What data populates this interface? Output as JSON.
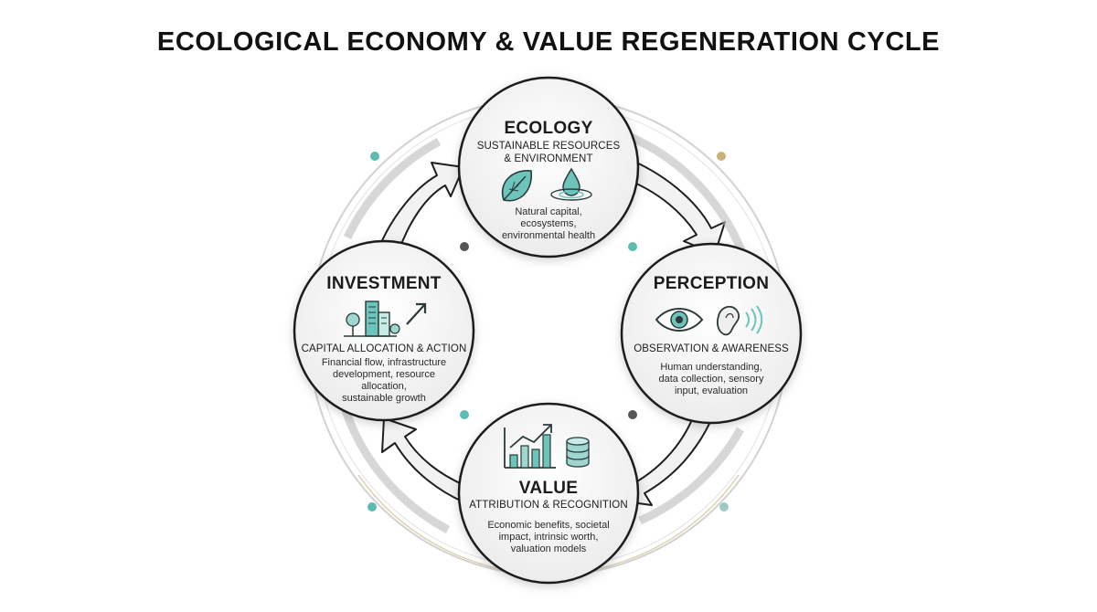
{
  "title": "ECOLOGICAL ECONOMY & VALUE REGENERATION CYCLE",
  "colors": {
    "accent_teal": "#5cbcb2",
    "accent_gold": "#c9b27a",
    "icon_stroke": "#2b3a3a",
    "ring_gray": "#cfcfcf"
  },
  "nodes": {
    "ecology": {
      "title": "ECOLOGY",
      "subtitle_lines": [
        "SUSTAINABLE RESOURCES",
        "& ENVIRONMENT"
      ],
      "description_lines": [
        "Natural capital,",
        "ecosystems,",
        "environmental health"
      ],
      "icons": [
        "leaf-icon",
        "water-drop-icon"
      ]
    },
    "perception": {
      "title": "PERCEPTION",
      "subtitle_lines": [
        "OBSERVATION & AWARENESS"
      ],
      "description_lines": [
        "Human understanding,",
        "data collection, sensory",
        "input, evaluation"
      ],
      "icons": [
        "eye-icon",
        "ear-icon"
      ]
    },
    "value": {
      "title": "VALUE",
      "subtitle_lines": [
        "ATTRIBUTION & RECOGNITION"
      ],
      "description_lines": [
        "Economic benefits, societal",
        "impact, intrinsic worth,",
        "valuation models"
      ],
      "icons": [
        "bar-chart-icon",
        "coin-stack-icon"
      ]
    },
    "investment": {
      "title": "INVESTMENT",
      "subtitle_lines": [
        "CAPITAL ALLOCATION & ACTION"
      ],
      "description_lines": [
        "Financial flow, infrastructure",
        "development, resource",
        "allocation,",
        "sustainable growth"
      ],
      "icons": [
        "buildings-icon",
        "growth-arrow-icon"
      ]
    }
  }
}
